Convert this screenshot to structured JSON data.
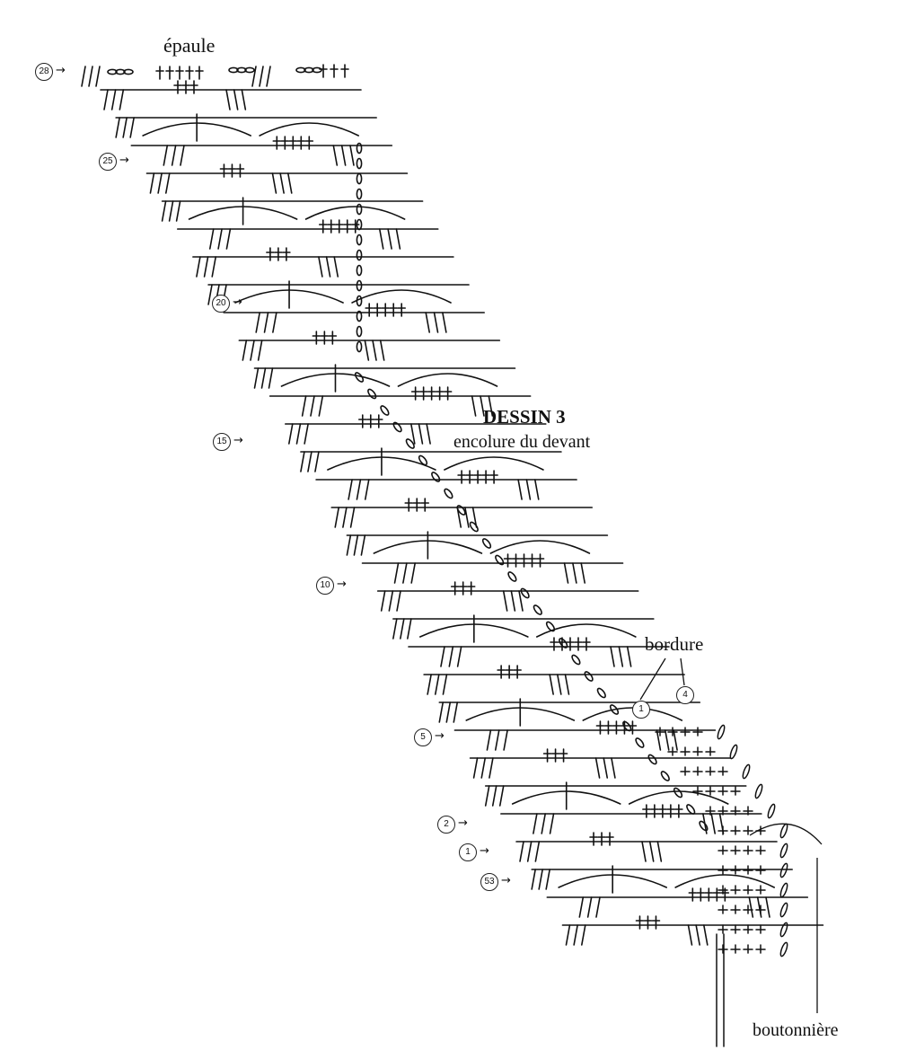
{
  "labels": {
    "shoulder": "épaule",
    "title": "DESSIN 3",
    "subtitle": "encolure du devant",
    "border": "bordure",
    "buttonhole": "boutonnière"
  },
  "row_markers": [
    "28",
    "25",
    "20",
    "15",
    "10",
    "5",
    "2",
    "1",
    "53"
  ],
  "border_markers": [
    "1",
    "4"
  ],
  "symbols": {
    "treble": "treble-crochet-icon",
    "double": "double-crochet-icon",
    "chain": "chain-stitch-icon",
    "fan": "shell-fan-icon"
  }
}
